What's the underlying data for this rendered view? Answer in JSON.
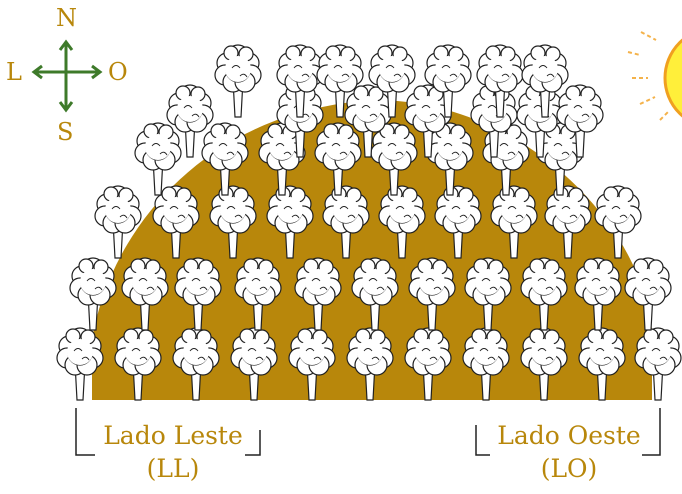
{
  "compass": {
    "north": "N",
    "south": "S",
    "east": "L",
    "west": "O"
  },
  "labels": {
    "east_side": "Lado Leste",
    "east_abbr": "(LL)",
    "west_side": "Lado Oeste",
    "west_abbr": "(LO)"
  },
  "colors": {
    "ground": "#b8870b",
    "label_text": "#b8870b",
    "compass_arrow": "#3e7a2a",
    "sun_fill": "#ffef3a",
    "sun_stroke": "#f0a020",
    "sun_ray": "#f4b24a",
    "tree_canopy": "#ffffff",
    "tree_outline": "#222222"
  },
  "icons": [
    "compass-rose-icon",
    "sun-icon",
    "tree-icon"
  ]
}
